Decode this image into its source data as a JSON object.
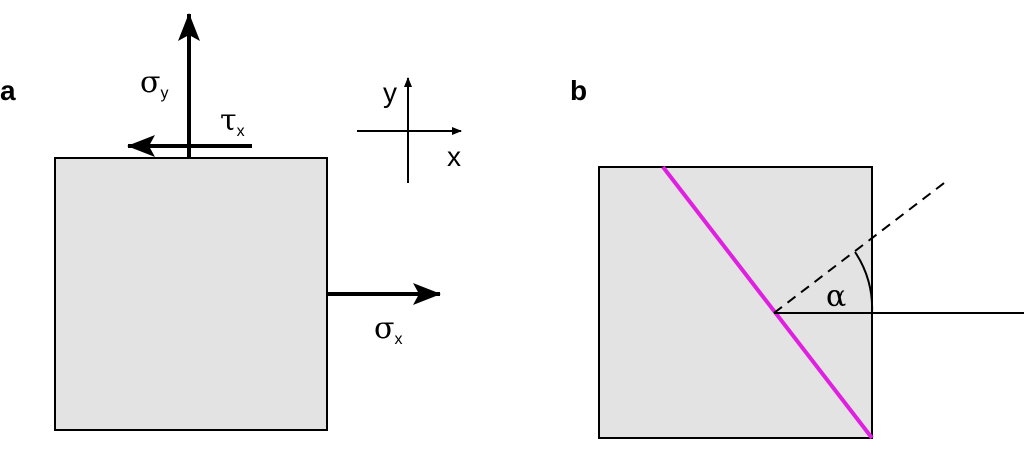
{
  "panel_a": {
    "label": "a",
    "sigma_y": {
      "symbol": "σ",
      "subscript": "y"
    },
    "tau_x": {
      "symbol": "τ",
      "subscript": "x"
    },
    "sigma_x": {
      "symbol": "σ",
      "subscript": "x"
    },
    "axes": {
      "x_label": "x",
      "y_label": "y"
    }
  },
  "panel_b": {
    "label": "b",
    "angle_symbol": "α",
    "plane_color": "#e020e0"
  },
  "colors": {
    "element_fill": "#e3e3e3",
    "stroke": "#000000"
  }
}
